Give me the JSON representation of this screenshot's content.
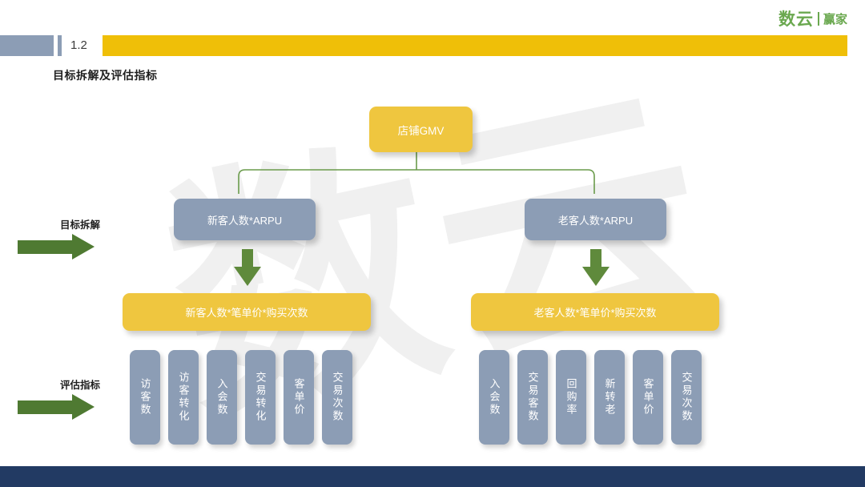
{
  "brand": {
    "logo_main": "数云",
    "logo_sub": "赢家"
  },
  "header": {
    "section_number": "1.2",
    "subtitle": "目标拆解及评估指标",
    "accent_yellow": "#EFBF08",
    "accent_blue": "#8C9DB5",
    "footer_navy": "#223A63"
  },
  "watermark": {
    "text": "数云"
  },
  "side_labels": [
    {
      "id": "goal-breakdown",
      "label": "目标拆解"
    },
    {
      "id": "evaluation-metrics",
      "label": "评估指标"
    }
  ],
  "diagram": {
    "root": {
      "label": "店铺GMV",
      "color": "#EFC63F"
    },
    "branches": [
      {
        "id": "new",
        "arpu": {
          "label": "新客人数*ARPU",
          "color": "#8C9DB5"
        },
        "formula": {
          "label": "新客人数*笔单价*购买次数",
          "color": "#EFC63F"
        },
        "metrics": [
          "访客数",
          "访客转化",
          "入会数",
          "交易转化",
          "客单价",
          "交易次数"
        ]
      },
      {
        "id": "old",
        "arpu": {
          "label": "老客人数*ARPU",
          "color": "#8C9DB5"
        },
        "formula": {
          "label": "老客人数*笔单价*购买次数",
          "color": "#EFC63F"
        },
        "metrics": [
          "入会数",
          "交易客数",
          "回购率",
          "新转老",
          "客单价",
          "交易次数"
        ]
      }
    ],
    "connector_color": "#6A9B4B",
    "arrow_color": "#4F7A32"
  }
}
